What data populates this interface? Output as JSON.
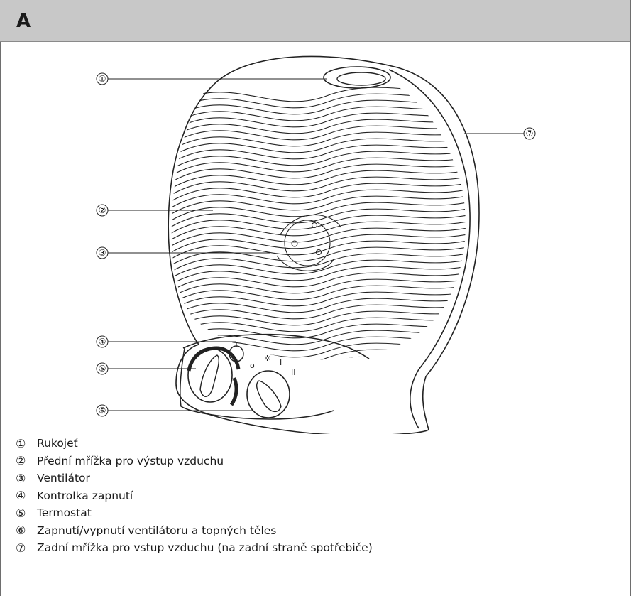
{
  "header": {
    "letter": "A"
  },
  "callouts": [
    "①",
    "②",
    "③",
    "④",
    "⑤",
    "⑥",
    "⑦"
  ],
  "legend": [
    {
      "num": "①",
      "text": "Rukojeť"
    },
    {
      "num": "②",
      "text": "Přední mřížka pro výstup vzduchu"
    },
    {
      "num": "③",
      "text": "Ventilátor"
    },
    {
      "num": "④",
      "text": "Kontrolka zapnutí"
    },
    {
      "num": "⑤",
      "text": "Termostat"
    },
    {
      "num": "⑥",
      "text": "Zapnutí/vypnutí ventilátoru a topných těles"
    },
    {
      "num": "⑦",
      "text": "Zadní mřížka pro vstup vzduchu (na zadní straně spotřebiče)"
    }
  ],
  "dial_marks": [
    "o",
    "✲",
    "I",
    "II"
  ]
}
